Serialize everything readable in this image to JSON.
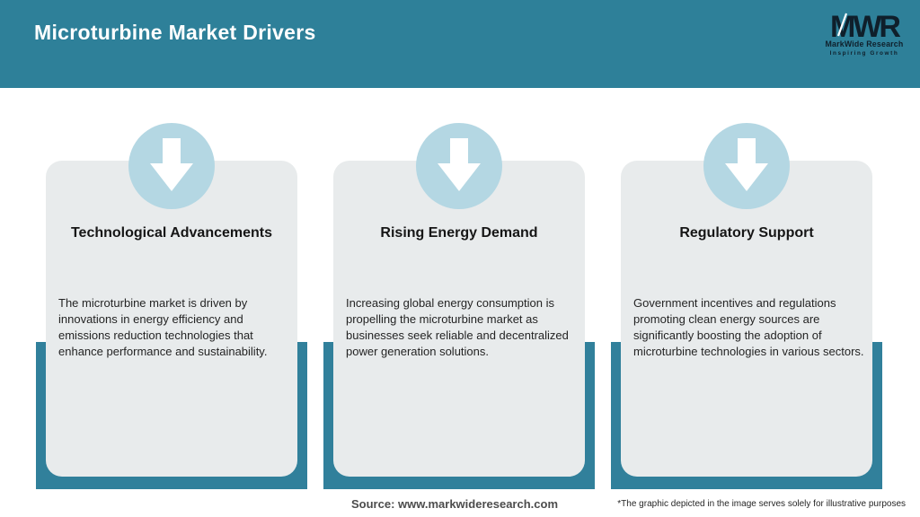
{
  "header": {
    "title": "Microturbine Market Drivers",
    "logo": {
      "acronym": "MWR",
      "name": "MarkWide Research",
      "tagline": "Inspiring Growth"
    }
  },
  "cards": [
    {
      "icon": "down-arrow-icon",
      "title": "Technological Advancements",
      "description": "The microturbine market is driven by innovations in energy efficiency and emissions reduction technologies that enhance performance and sustainability."
    },
    {
      "icon": "down-arrow-icon",
      "title": "Rising Energy Demand",
      "description": "Increasing global energy consumption is propelling the microturbine market as businesses seek reliable and decentralized power generation solutions."
    },
    {
      "icon": "down-arrow-icon",
      "title": "Regulatory Support",
      "description": "Government incentives and regulations promoting clean energy sources are significantly boosting the adoption of microturbine technologies in various sectors."
    }
  ],
  "footer": {
    "source": "Source: www.markwideresearch.com",
    "disclaimer": "*The graphic depicted in the image serves solely for illustrative purposes"
  },
  "colors": {
    "header_teal": "#2e8099",
    "backing_teal": "#31809b",
    "card_background": "#e8ebec",
    "circle_blue": "#b4d7e3",
    "arrow_white": "#ffffff",
    "logo_dark": "#0f1f2b",
    "title_white": "#ffffff"
  }
}
